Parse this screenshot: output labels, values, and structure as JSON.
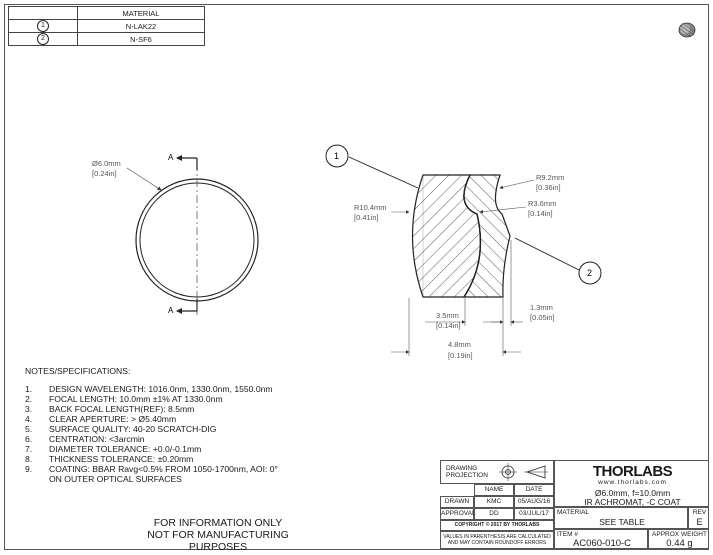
{
  "material_table": {
    "header": "MATERIAL",
    "rows": [
      {
        "id": "1",
        "material": "N-LAK22"
      },
      {
        "id": "2",
        "material": "N-SF6"
      }
    ]
  },
  "front_view": {
    "dia_mm": "Ø6.0mm",
    "dia_in": "[0.24in]",
    "section_label_top": "A",
    "section_label_bottom": "A"
  },
  "side_view": {
    "balloon_1": "1",
    "balloon_2": "2",
    "r1_mm": "R10.4mm",
    "r1_in": "[0.41in]",
    "r2_mm": "R9.2mm",
    "r2_in": "[0.36in]",
    "r3_mm": "R3.6mm",
    "r3_in": "[0.14in]",
    "t2_mm": "1.3mm",
    "t2_in": "[0.05in]",
    "t1_mm": "3.5mm",
    "t1_in": "[0.14in]",
    "tt_mm": "4.8mm",
    "tt_in": "[0.19in]"
  },
  "notes": {
    "heading": "NOTES/SPECIFICATIONS:",
    "items": [
      {
        "n": "1.",
        "t": "DESIGN WAVELENGTH: 1016.0nm, 1330.0nm, 1550.0nm"
      },
      {
        "n": "2.",
        "t": "FOCAL LENGTH: 10.0mm ±1% AT 1330.0nm"
      },
      {
        "n": "3.",
        "t": "BACK FOCAL LENGTH(REF): 8.5mm"
      },
      {
        "n": "4.",
        "t": "CLEAR APERTURE: > Ø5.40mm"
      },
      {
        "n": "5.",
        "t": "SURFACE QUALITY: 40-20 SCRATCH-DIG"
      },
      {
        "n": "6.",
        "t": "CENTRATION: <3arcmin"
      },
      {
        "n": "7.",
        "t": "DIAMETER TOLERANCE: +0.0/-0.1mm"
      },
      {
        "n": "8.",
        "t": "THICKNESS TOLERANCE: ±0.20mm"
      },
      {
        "n": "9.",
        "t": "COATING: BBAR Ravg<0.5% FROM 1050-1700nm, AOI: 0°"
      },
      {
        "n": "",
        "t": "ON OUTER OPTICAL SURFACES"
      }
    ]
  },
  "info": {
    "line1": "FOR INFORMATION ONLY",
    "line2": "NOT FOR MANUFACTURING PURPOSES"
  },
  "title_block": {
    "projection": "DRAWING PROJECTION",
    "name_h": "NAME",
    "date_h": "DATE",
    "drawn": "DRAWN",
    "drawn_name": "KMC",
    "drawn_date": "05/AUG/16",
    "approval": "APPROVAL",
    "approval_name": "DD",
    "approval_date": "03/JUL/17",
    "copyright": "COPYRIGHT © 2017 BY THORLABS",
    "values_note": "VALUES IN PARENTHESIS ARE CALCULATED AND MAY CONTAIN ROUNDOFF ERRORS",
    "logo": "THORLABS",
    "url": "www.thorlabs.com",
    "title1": "Ø6.0mm, f=10.0mm",
    "title2": "IR ACHROMAT, -C COAT",
    "rev_h": "REV",
    "rev": "E",
    "material_h": "MATERIAL",
    "material": "SEE TABLE",
    "item_h": "ITEM #",
    "item": "AC060-010-C",
    "weight_h": "APPROX WEIGHT",
    "weight": "0.44 g"
  }
}
